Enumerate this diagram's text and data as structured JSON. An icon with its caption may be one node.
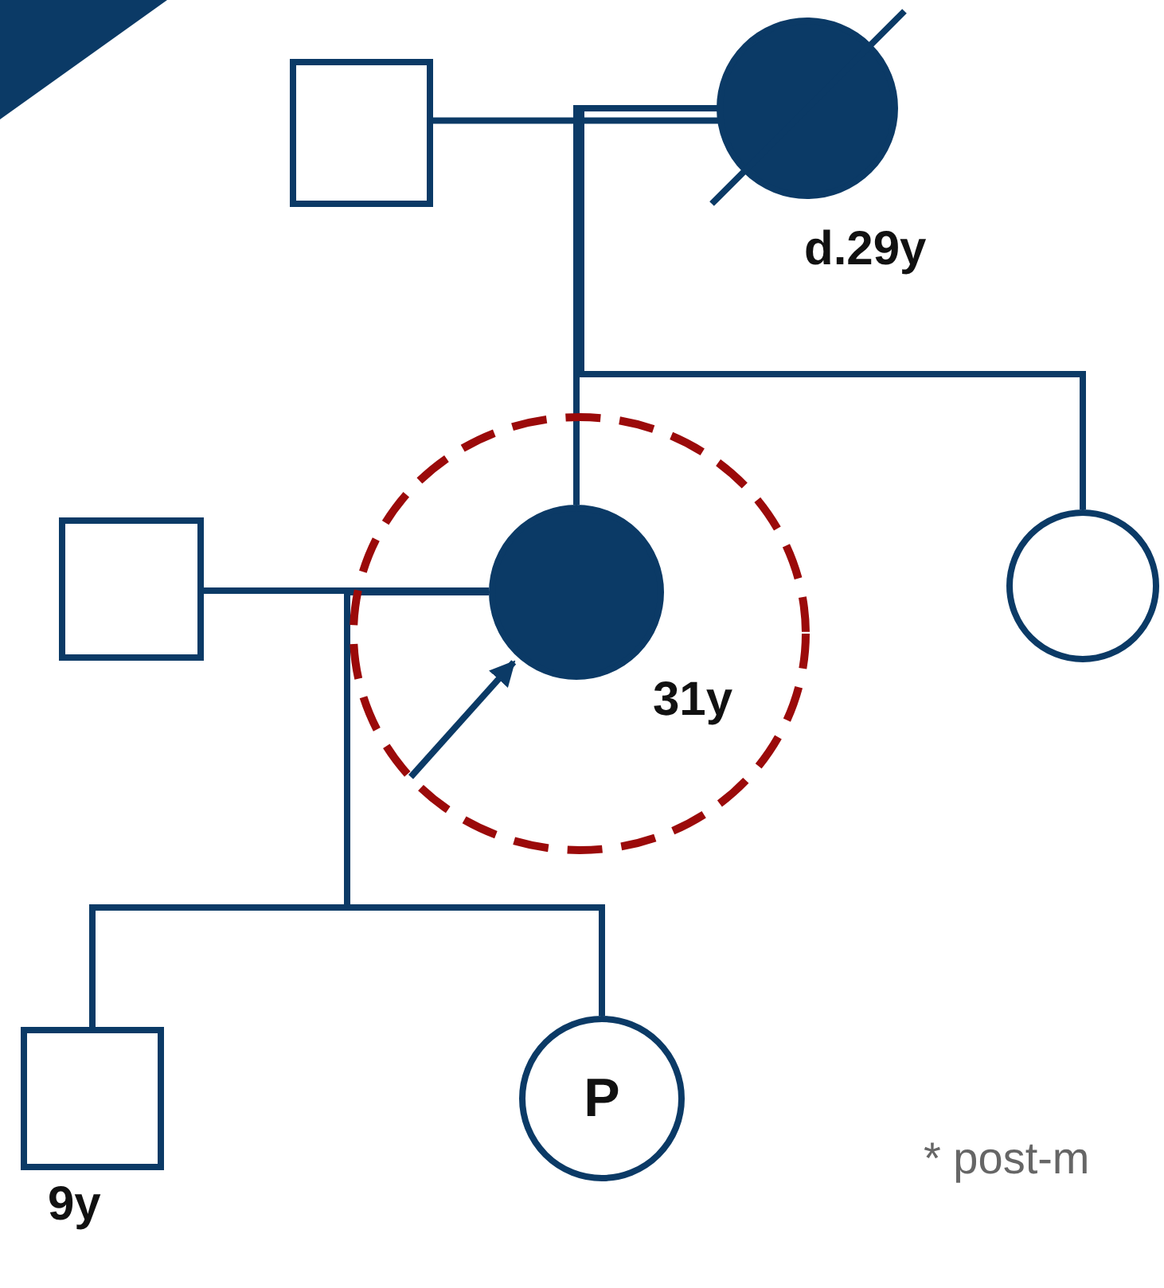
{
  "diagram": {
    "nodes": [
      {
        "text": [],
        "shape": "box"
      },
      {
        "text": [],
        "shape": "circle",
        "beside": [
          "d.29y"
        ]
      },
      {
        "text": [],
        "shape": "box"
      },
      {
        "text": [],
        "shape": "circle"
      },
      {
        "text": [],
        "shape": "circle",
        "in": 3,
        "beside": [
          "31y"
        ]
      },
      {
        "text": [],
        "shape": "circle"
      },
      {
        "text": [],
        "shape": "box",
        "beside": [
          "9y"
        ]
      },
      {
        "text": [
          "P"
        ]
      }
    ],
    "edges": [
      {
        "from": 0,
        "to": 1,
        "arrow": "none"
      },
      {
        "from": 1,
        "to": 4,
        "arrow": "none"
      },
      {
        "from": 1,
        "to": 5,
        "arrow": "none"
      },
      {
        "from": 2,
        "to": 4,
        "arrow": "none"
      },
      {
        "from": 4,
        "to": 6,
        "arrow": "none"
      },
      {
        "from": 4,
        "to": 7,
        "arrow": "none"
      },
      {
        "from": null,
        "to": 4,
        "arrow": "to"
      }
    ],
    "labels": [
      "* post-m"
    ]
  }
}
